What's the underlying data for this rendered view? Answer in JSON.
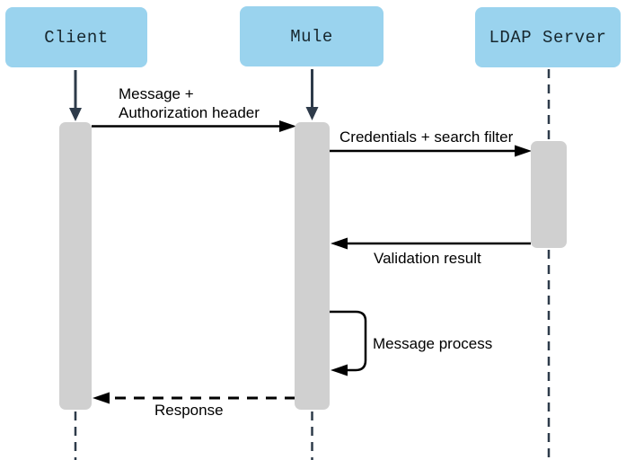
{
  "diagram": {
    "type": "uml-sequence-diagram",
    "actors": [
      {
        "name": "Client"
      },
      {
        "name": "Mule"
      },
      {
        "name": "LDAP Server"
      }
    ],
    "messages": [
      {
        "label": "Message +\nAuthorization header",
        "from": "Client",
        "to": "Mule",
        "style": "solid-arrow"
      },
      {
        "label": "Credentials + search filter",
        "from": "Mule",
        "to": "LDAP Server",
        "style": "solid-arrow"
      },
      {
        "label": "Validation result",
        "from": "LDAP Server",
        "to": "Mule",
        "style": "solid-arrow"
      },
      {
        "label": "Message process",
        "from": "Mule",
        "to": "Mule",
        "style": "self-loop"
      },
      {
        "label": "Response",
        "from": "Mule",
        "to": "Client",
        "style": "dashed-arrow"
      }
    ],
    "colors": {
      "actor_fill": "#9ad3ee",
      "activation_fill": "#d0d0d0",
      "lifeline_stroke": "#2e3b4a",
      "message_stroke": "#000000",
      "background": "#ffffff"
    }
  }
}
